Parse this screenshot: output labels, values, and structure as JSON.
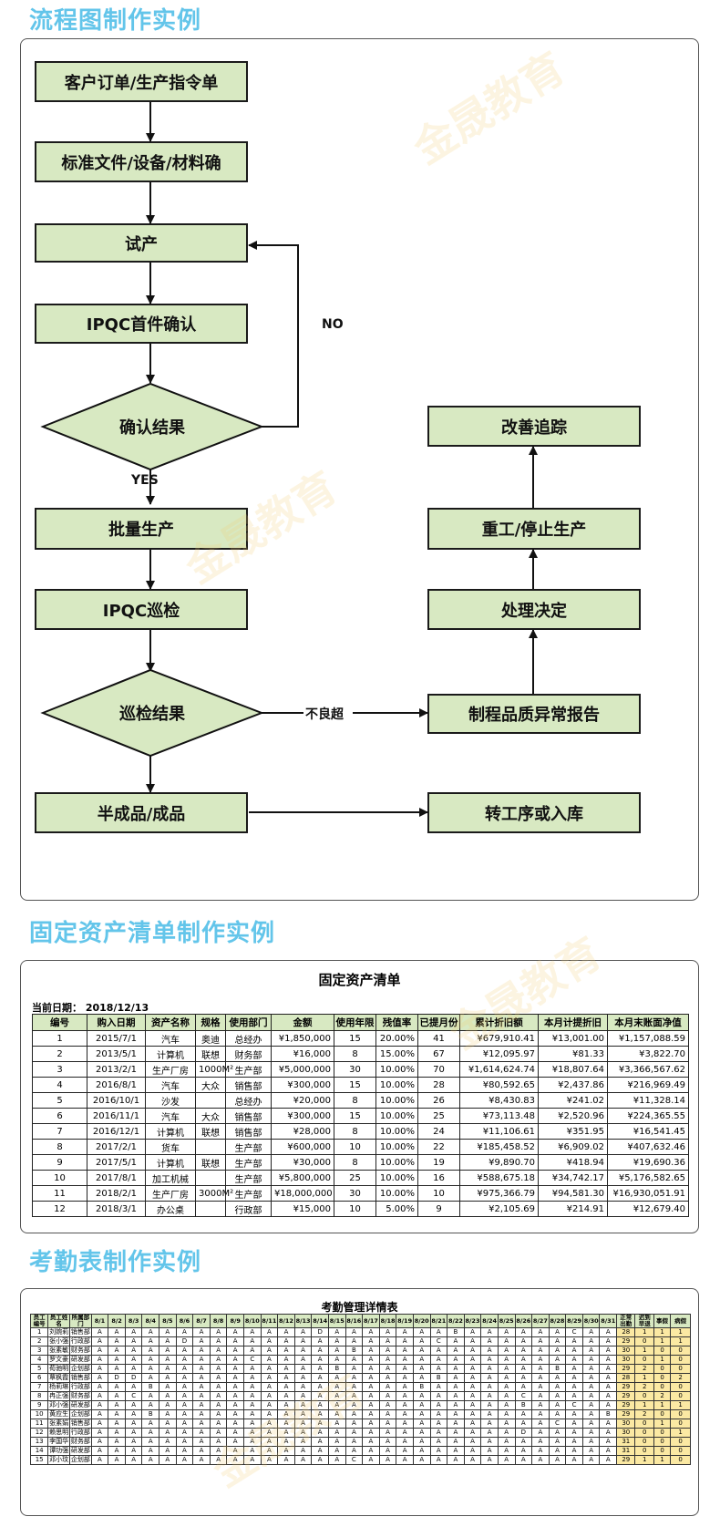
{
  "sections": {
    "flow_title": "流程图制作实例",
    "asset_title": "固定资产清单制作实例",
    "attendance_title": "考勤表制作实例"
  },
  "watermark": "金晟教育",
  "flowchart": {
    "order": "客户订单/生产指令单",
    "standard": "标准文件/设备/材料确",
    "trial": "试产",
    "ipqc_first": "IPQC首件确认",
    "confirm_result": "确认结果",
    "no_label": "NO",
    "yes_label": "YES",
    "mass": "批量生产",
    "ipqc_patrol": "IPQC巡检",
    "patrol_result": "巡检结果",
    "defect_label": "不良超",
    "semi": "半成品/成品",
    "transfer": "转工序或入库",
    "abnormal_report": "制程品质异常报告",
    "decision": "处理决定",
    "rework": "重工/停止生产",
    "improve": "改善追踪"
  },
  "asset": {
    "title": "固定资产清单",
    "date_label": "当前日期：",
    "date_value": "2018/12/13",
    "headers": [
      "编号",
      "购入日期",
      "资产名称",
      "规格",
      "使用部门",
      "金额",
      "使用年限",
      "残值率",
      "已提月份",
      "累计折旧额",
      "本月计提折旧",
      "本月末账面净值"
    ],
    "rows": [
      [
        "1",
        "2015/7/1",
        "汽车",
        "奥迪",
        "总经办",
        "¥1,850,000",
        "15",
        "20.00%",
        "41",
        "¥679,910.41",
        "¥13,001.00",
        "¥1,157,088.59"
      ],
      [
        "2",
        "2013/5/1",
        "计算机",
        "联想",
        "财务部",
        "¥16,000",
        "8",
        "15.00%",
        "67",
        "¥12,095.97",
        "¥81.33",
        "¥3,822.70"
      ],
      [
        "3",
        "2013/2/1",
        "生产厂房",
        "1000M²",
        "生产部",
        "¥5,000,000",
        "30",
        "10.00%",
        "70",
        "¥1,614,624.74",
        "¥18,807.64",
        "¥3,366,567.62"
      ],
      [
        "4",
        "2016/8/1",
        "汽车",
        "大众",
        "销售部",
        "¥300,000",
        "15",
        "10.00%",
        "28",
        "¥80,592.65",
        "¥2,437.86",
        "¥216,969.49"
      ],
      [
        "5",
        "2016/10/1",
        "沙发",
        "",
        "总经办",
        "¥20,000",
        "8",
        "10.00%",
        "26",
        "¥8,430.83",
        "¥241.02",
        "¥11,328.14"
      ],
      [
        "6",
        "2016/11/1",
        "汽车",
        "大众",
        "销售部",
        "¥300,000",
        "15",
        "10.00%",
        "25",
        "¥73,113.48",
        "¥2,520.96",
        "¥224,365.55"
      ],
      [
        "7",
        "2016/12/1",
        "计算机",
        "联想",
        "销售部",
        "¥28,000",
        "8",
        "10.00%",
        "24",
        "¥11,106.61",
        "¥351.95",
        "¥16,541.45"
      ],
      [
        "8",
        "2017/2/1",
        "货车",
        "",
        "生产部",
        "¥600,000",
        "10",
        "10.00%",
        "22",
        "¥185,458.52",
        "¥6,909.02",
        "¥407,632.46"
      ],
      [
        "9",
        "2017/5/1",
        "计算机",
        "联想",
        "生产部",
        "¥30,000",
        "8",
        "10.00%",
        "19",
        "¥9,890.70",
        "¥418.94",
        "¥19,690.36"
      ],
      [
        "10",
        "2017/8/1",
        "加工机械",
        "",
        "生产部",
        "¥5,800,000",
        "25",
        "10.00%",
        "16",
        "¥588,675.18",
        "¥34,742.17",
        "¥5,176,582.65"
      ],
      [
        "11",
        "2018/2/1",
        "生产厂房",
        "3000M²",
        "生产部",
        "¥18,000,000",
        "30",
        "10.00%",
        "10",
        "¥975,366.79",
        "¥94,581.30",
        "¥16,930,051.91"
      ],
      [
        "12",
        "2018/3/1",
        "办公桌",
        "",
        "行政部",
        "¥15,000",
        "10",
        "5.00%",
        "9",
        "¥2,105.69",
        "¥214.91",
        "¥12,679.40"
      ]
    ]
  },
  "attendance": {
    "title": "考勤管理详情表",
    "h_no": "员工编号",
    "h_name": "员工姓名",
    "h_dept": "所属部门",
    "days": [
      "8/1",
      "8/2",
      "8/3",
      "8/4",
      "8/5",
      "8/6",
      "8/7",
      "8/8",
      "8/9",
      "8/10",
      "8/11",
      "8/12",
      "8/13",
      "8/14",
      "8/15",
      "8/16",
      "8/17",
      "8/18",
      "8/19",
      "8/20",
      "8/21",
      "8/22",
      "8/23",
      "8/24",
      "8/25",
      "8/26",
      "8/27",
      "8/28",
      "8/29",
      "8/30",
      "8/31"
    ],
    "h_normal": "正常出勤",
    "h_late": "迟到早退",
    "h_leave": "事假",
    "h_sick": "病假",
    "rows": [
      {
        "no": "1",
        "name": "刘婉莉",
        "dept": "销售部",
        "marks": "AAAAAAAAAAAAADAAAAAAABAAAAAACAAA",
        "normal": "28",
        "late": "1",
        "leave": "1",
        "sick": "1"
      },
      {
        "no": "2",
        "name": "张小强",
        "dept": "行政部",
        "marks": "AAAAADAAAAAAAAAAAAAACAAAAAAAAAA",
        "normal": "29",
        "late": "0",
        "leave": "1",
        "sick": "1"
      },
      {
        "no": "3",
        "name": "张素敏",
        "dept": "财务部",
        "marks": "AAAAAAAAAAAAAAABAAAAAAAAAAAAAAA",
        "normal": "30",
        "late": "1",
        "leave": "0",
        "sick": "0"
      },
      {
        "no": "4",
        "name": "罗文豪",
        "dept": "研发部",
        "marks": "AAAAAAAAACAAAAAAAAAAAAAAAAAAAAA",
        "normal": "30",
        "late": "0",
        "leave": "1",
        "sick": "0"
      },
      {
        "no": "5",
        "name": "荀驰明",
        "dept": "企划部",
        "marks": "AAAAAAAAAAAAAABAAAAAAAAAAAABAAA",
        "normal": "29",
        "late": "2",
        "leave": "0",
        "sick": "0"
      },
      {
        "no": "6",
        "name": "覃枫霞",
        "dept": "销售部",
        "marks": "ADDAAAAAAAAAAAAAAAAABAAAAAAAAAA",
        "normal": "28",
        "late": "1",
        "leave": "0",
        "sick": "2"
      },
      {
        "no": "7",
        "name": "杨莉琳",
        "dept": "行政部",
        "marks": "AAABAAAAAAAAAAAAAAABAAAAAAAAAAA",
        "normal": "29",
        "late": "2",
        "leave": "0",
        "sick": "0"
      },
      {
        "no": "8",
        "name": "冉正强",
        "dept": "财务部",
        "marks": "AACAAAAAAAAAAAAAAAAAAAAAACAAAAA",
        "normal": "29",
        "late": "0",
        "leave": "2",
        "sick": "0"
      },
      {
        "no": "9",
        "name": "邓小强",
        "dept": "研发部",
        "marks": "AAAAAAAAAAAAAAAAAAAAAAAAABAACAA",
        "normal": "29",
        "late": "1",
        "leave": "1",
        "sick": "1"
      },
      {
        "no": "10",
        "name": "黄应生",
        "dept": "企划部",
        "marks": "AAABAAAAAAAAAAAAAAAAAAAAAAAAAAB",
        "normal": "29",
        "late": "2",
        "leave": "0",
        "sick": "0"
      },
      {
        "no": "11",
        "name": "张素娟",
        "dept": "销售部",
        "marks": "AAAAAAAAAAAAAAAAAAAAAAAAAAACAAA",
        "normal": "30",
        "late": "0",
        "leave": "1",
        "sick": "0"
      },
      {
        "no": "12",
        "name": "赖思明",
        "dept": "行政部",
        "marks": "AAAAAAAAAAAAAAAAAAAAAAAAADAAAAA",
        "normal": "30",
        "late": "0",
        "leave": "0",
        "sick": "1"
      },
      {
        "no": "13",
        "name": "李国华",
        "dept": "财务部",
        "marks": "AAAAAAAAAAAAAAAAAAAAAAAAAAAAAAA",
        "normal": "31",
        "late": "0",
        "leave": "0",
        "sick": "0"
      },
      {
        "no": "14",
        "name": "谭功强",
        "dept": "研发部",
        "marks": "AAAAAAAAAAAAAAAAAAAAAAAAAAAAAAA",
        "normal": "31",
        "late": "0",
        "leave": "0",
        "sick": "0"
      },
      {
        "no": "15",
        "name": "邓小玟",
        "dept": "企划部",
        "marks": "AAAAAAAAAAAAAAACAAAAAAAAAAAAAAA",
        "normal": "29",
        "late": "1",
        "leave": "1",
        "sick": "0"
      }
    ]
  }
}
